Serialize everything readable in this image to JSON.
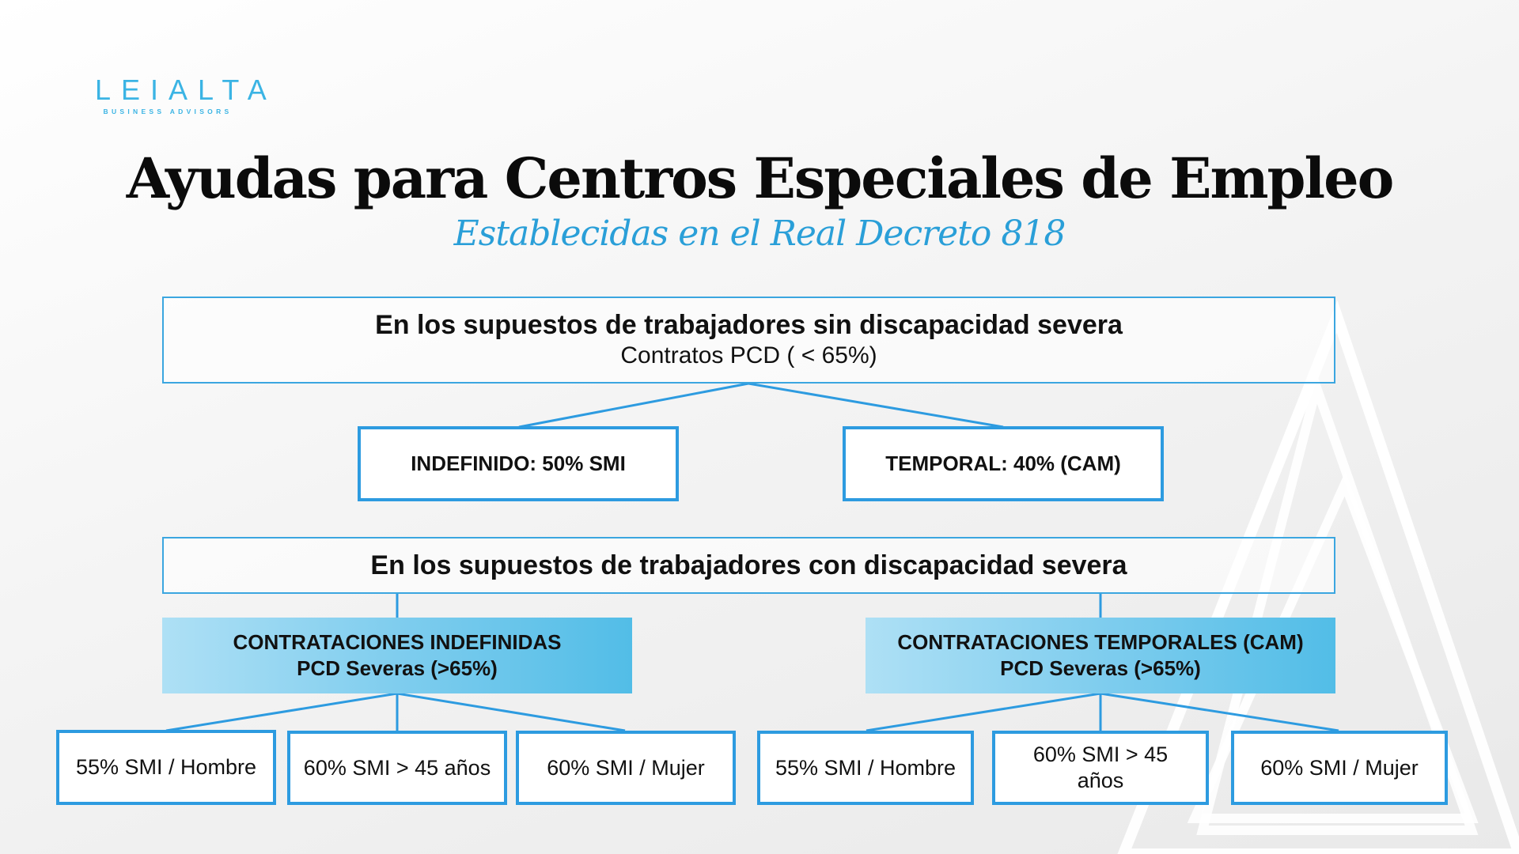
{
  "logo": {
    "name": "LEIALTA",
    "tagline": "BUSINESS ADVISORS"
  },
  "title": "Ayudas para Centros Especiales de Empleo",
  "subtitle": "Establecidas en el Real Decreto 818",
  "section1": {
    "heading": "En los supuestos de trabajadores sin discapacidad severa",
    "subheading": "Contratos PCD ( < 65%)",
    "children": [
      {
        "label": "INDEFINIDO: 50% SMI"
      },
      {
        "label": "TEMPORAL: 40% (CAM)"
      }
    ]
  },
  "section2": {
    "heading": "En los supuestos de trabajadores con discapacidad severa",
    "groups": [
      {
        "title": "CONTRATACIONES INDEFINIDAS",
        "subtitle": "PCD Severas (>65%)",
        "items": [
          {
            "label": "55% SMI / Hombre"
          },
          {
            "label": "60% SMI > 45 años"
          },
          {
            "label": "60% SMI / Mujer"
          }
        ]
      },
      {
        "title": "CONTRATACIONES TEMPORALES (CAM)",
        "subtitle": "PCD Severas (>65%)",
        "items": [
          {
            "label": "55% SMI / Hombre"
          },
          {
            "label": "60% SMI > 45 años"
          },
          {
            "label": "60% SMI / Mujer"
          }
        ]
      }
    ]
  },
  "colors": {
    "accent": "#2d9be0",
    "logo": "#3bb4e4",
    "subtitle": "#2a9fd8"
  }
}
